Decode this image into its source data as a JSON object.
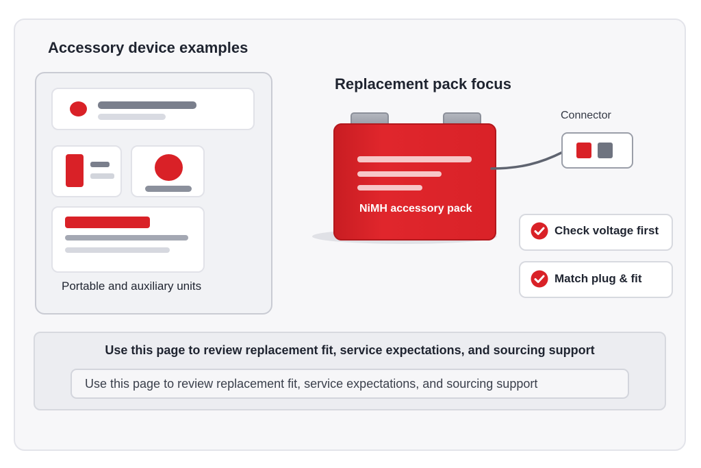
{
  "accessory_panel": {
    "title": "Accessory device examples",
    "caption": "Portable and auxiliary units"
  },
  "pack_panel": {
    "title": "Replacement pack focus",
    "battery_label": "NiMH accessory pack",
    "connector_label": "Connector",
    "checks": [
      {
        "label": "Check voltage first",
        "icon": "check-circle-icon"
      },
      {
        "label": "Match plug & fit",
        "icon": "check-circle-icon"
      }
    ]
  },
  "footer": {
    "heading": "Use this page to review replacement fit, service expectations, and sourcing support",
    "field_text": "Use this page to review replacement fit, service expectations, and sourcing support"
  },
  "colors": {
    "accent_red": "#d92127",
    "text_dark": "#1f2430",
    "neutral_gray": "#7a7f8c"
  }
}
